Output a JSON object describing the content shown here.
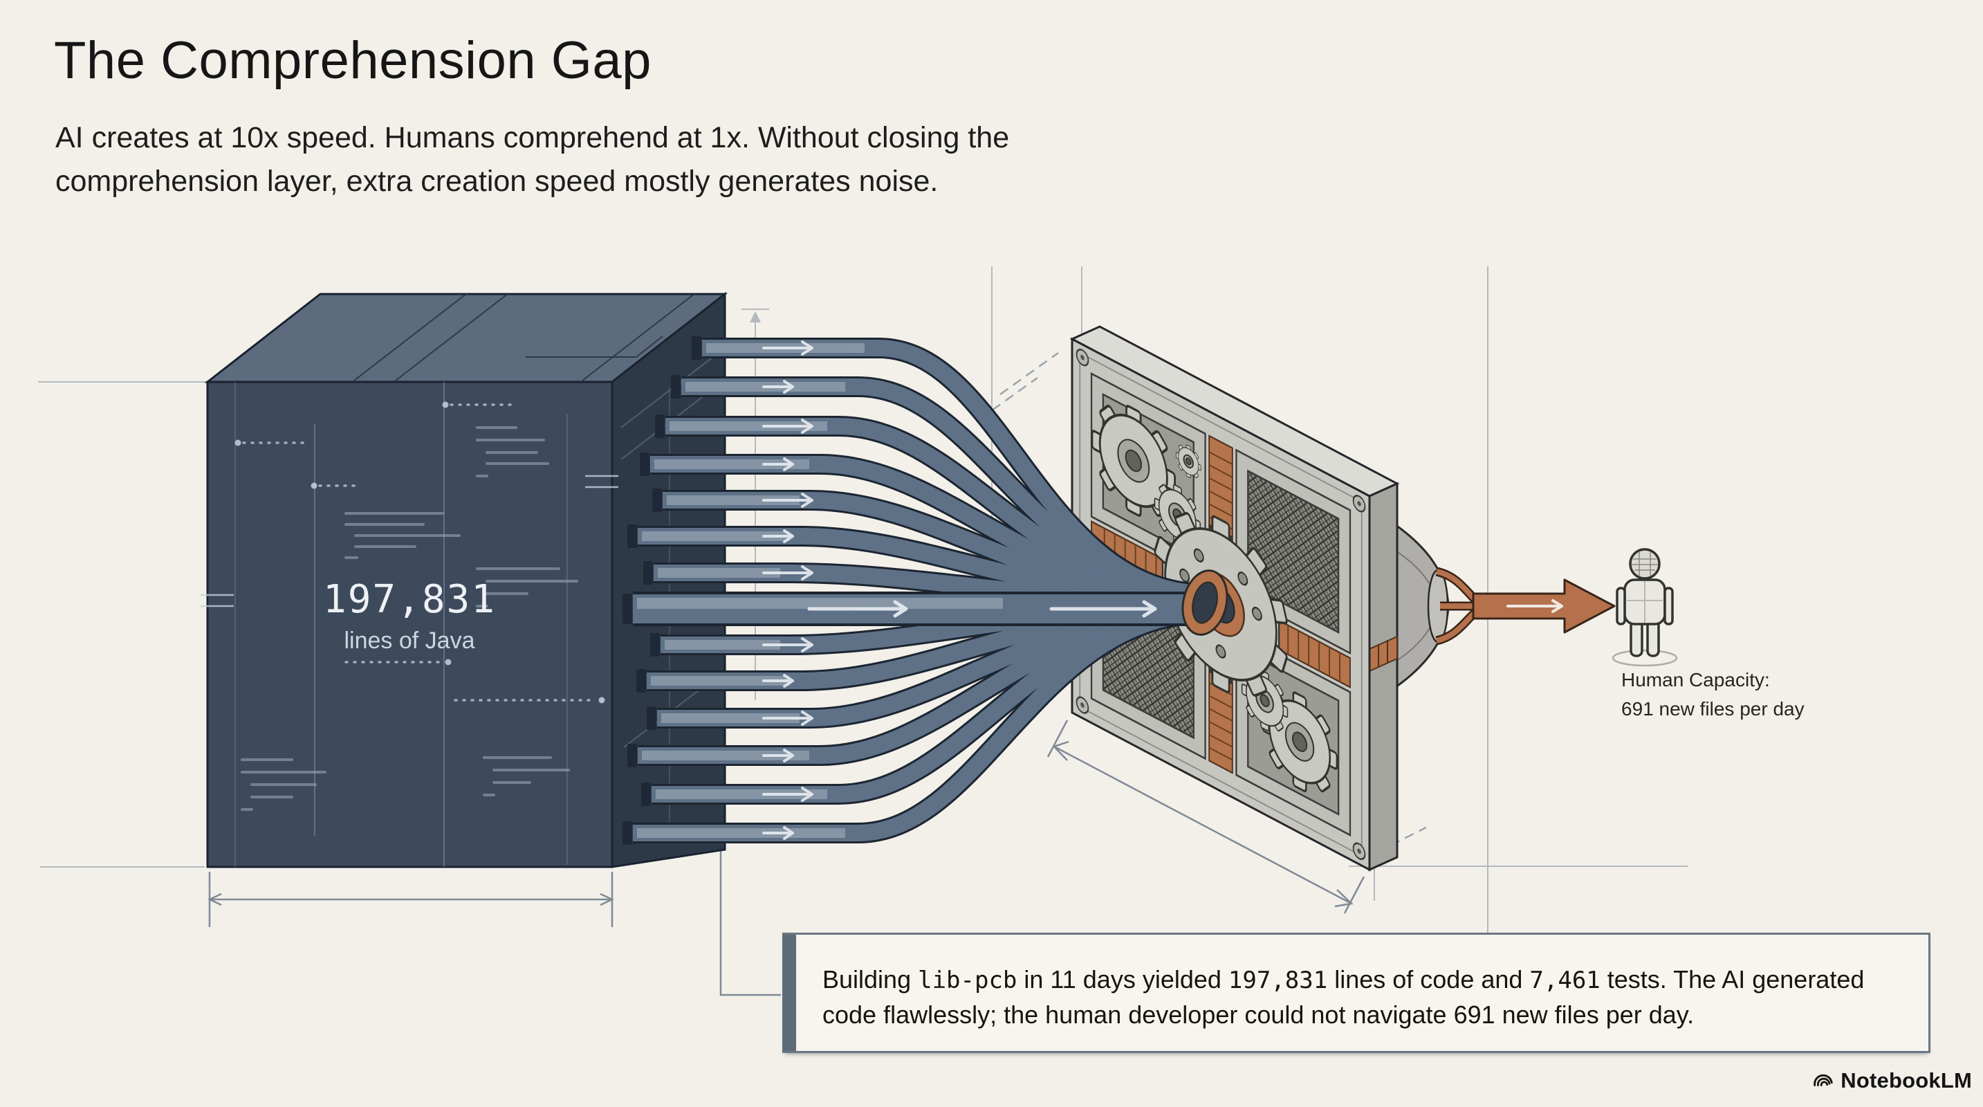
{
  "header": {
    "title": "The Comprehension Gap",
    "subtitle_line1": "AI creates at 10x speed. Humans comprehend at 1x. Without closing the",
    "subtitle_line2": "comprehension layer, extra creation speed mostly generates noise."
  },
  "cube": {
    "value": "197,831",
    "unit": "lines of Java"
  },
  "human": {
    "label_line1": "Human Capacity:",
    "label_line2": "691 new files per day"
  },
  "caption": {
    "p1": "Building ",
    "code1": "lib-pcb",
    "p2": " in 11 days yielded ",
    "num1": "197,831",
    "p3": " lines of code and ",
    "num2": "7,461",
    "p4": " tests. The AI generated",
    "p5": "code flawlessly; the human developer could not navigate 691 new files per day."
  },
  "footer": {
    "brand": "NotebookLM"
  },
  "colors": {
    "background": "#f2f0e9",
    "cube_front": "#3d4a5c",
    "cube_top": "#5c6b7e",
    "cube_side": "#2e3947",
    "pipe": "#5e7187",
    "pipe_outline": "#1c2531",
    "plate": "#c7c7c2",
    "copper": "#b5744b",
    "construction_line": "#b3b9be",
    "ink": "#1f1f1f"
  }
}
